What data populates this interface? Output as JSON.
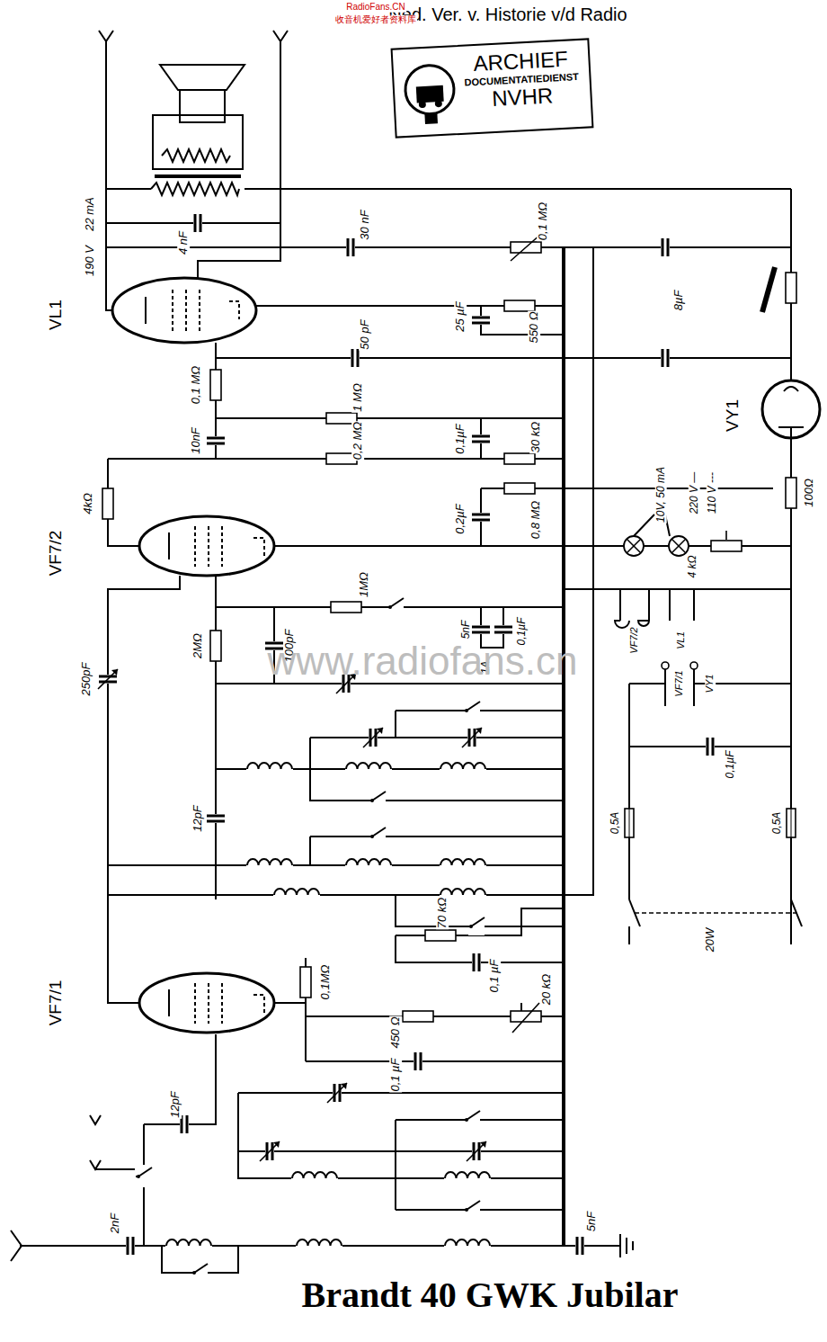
{
  "diagram": {
    "title": "Brandt 40 GWK Jubilar",
    "nodes": [
      {
        "text": [
          "ARCHIEF",
          "DOCUMENTATIEDIENST",
          "NVHR"
        ]
      }
    ],
    "labels": [
      "Ned. Ver. v. Historie v/d Radio",
      "RadioFans.CN",
      "收音机爱好者资料库",
      "22 mA",
      "190 V",
      "4 nF",
      "30 nF",
      "0,1 MΩ",
      "VL1",
      "50 pF",
      "25 µF",
      "550 Ω",
      "8µF",
      "VY1",
      "0,1 MΩ",
      "1 MΩ",
      "10nF",
      "0,2 MΩ",
      "0,1µF",
      "30 kΩ",
      "4kΩ",
      "VF7/2",
      "0,2µF",
      "0,8 MΩ",
      "10V, 50 mA",
      "220 V —",
      "110 V ---",
      "100Ω",
      "4 kΩ",
      "1MΩ",
      "5nF",
      "0,1µF",
      "2MΩ",
      "100pF",
      "1A",
      "VF7/2",
      "VL1",
      "VF7/1",
      "VY1",
      "0,1µF",
      "250pF",
      "12pF",
      "0,5A",
      "0,5A",
      "20W",
      "VF7/1",
      "70 kΩ",
      "0,1MΩ",
      "0,1 µF",
      "20 kΩ",
      "450 Ω",
      "0,1 µF",
      "12pF",
      "2nF",
      "5nF",
      "www.radiofans.cn"
    ]
  }
}
